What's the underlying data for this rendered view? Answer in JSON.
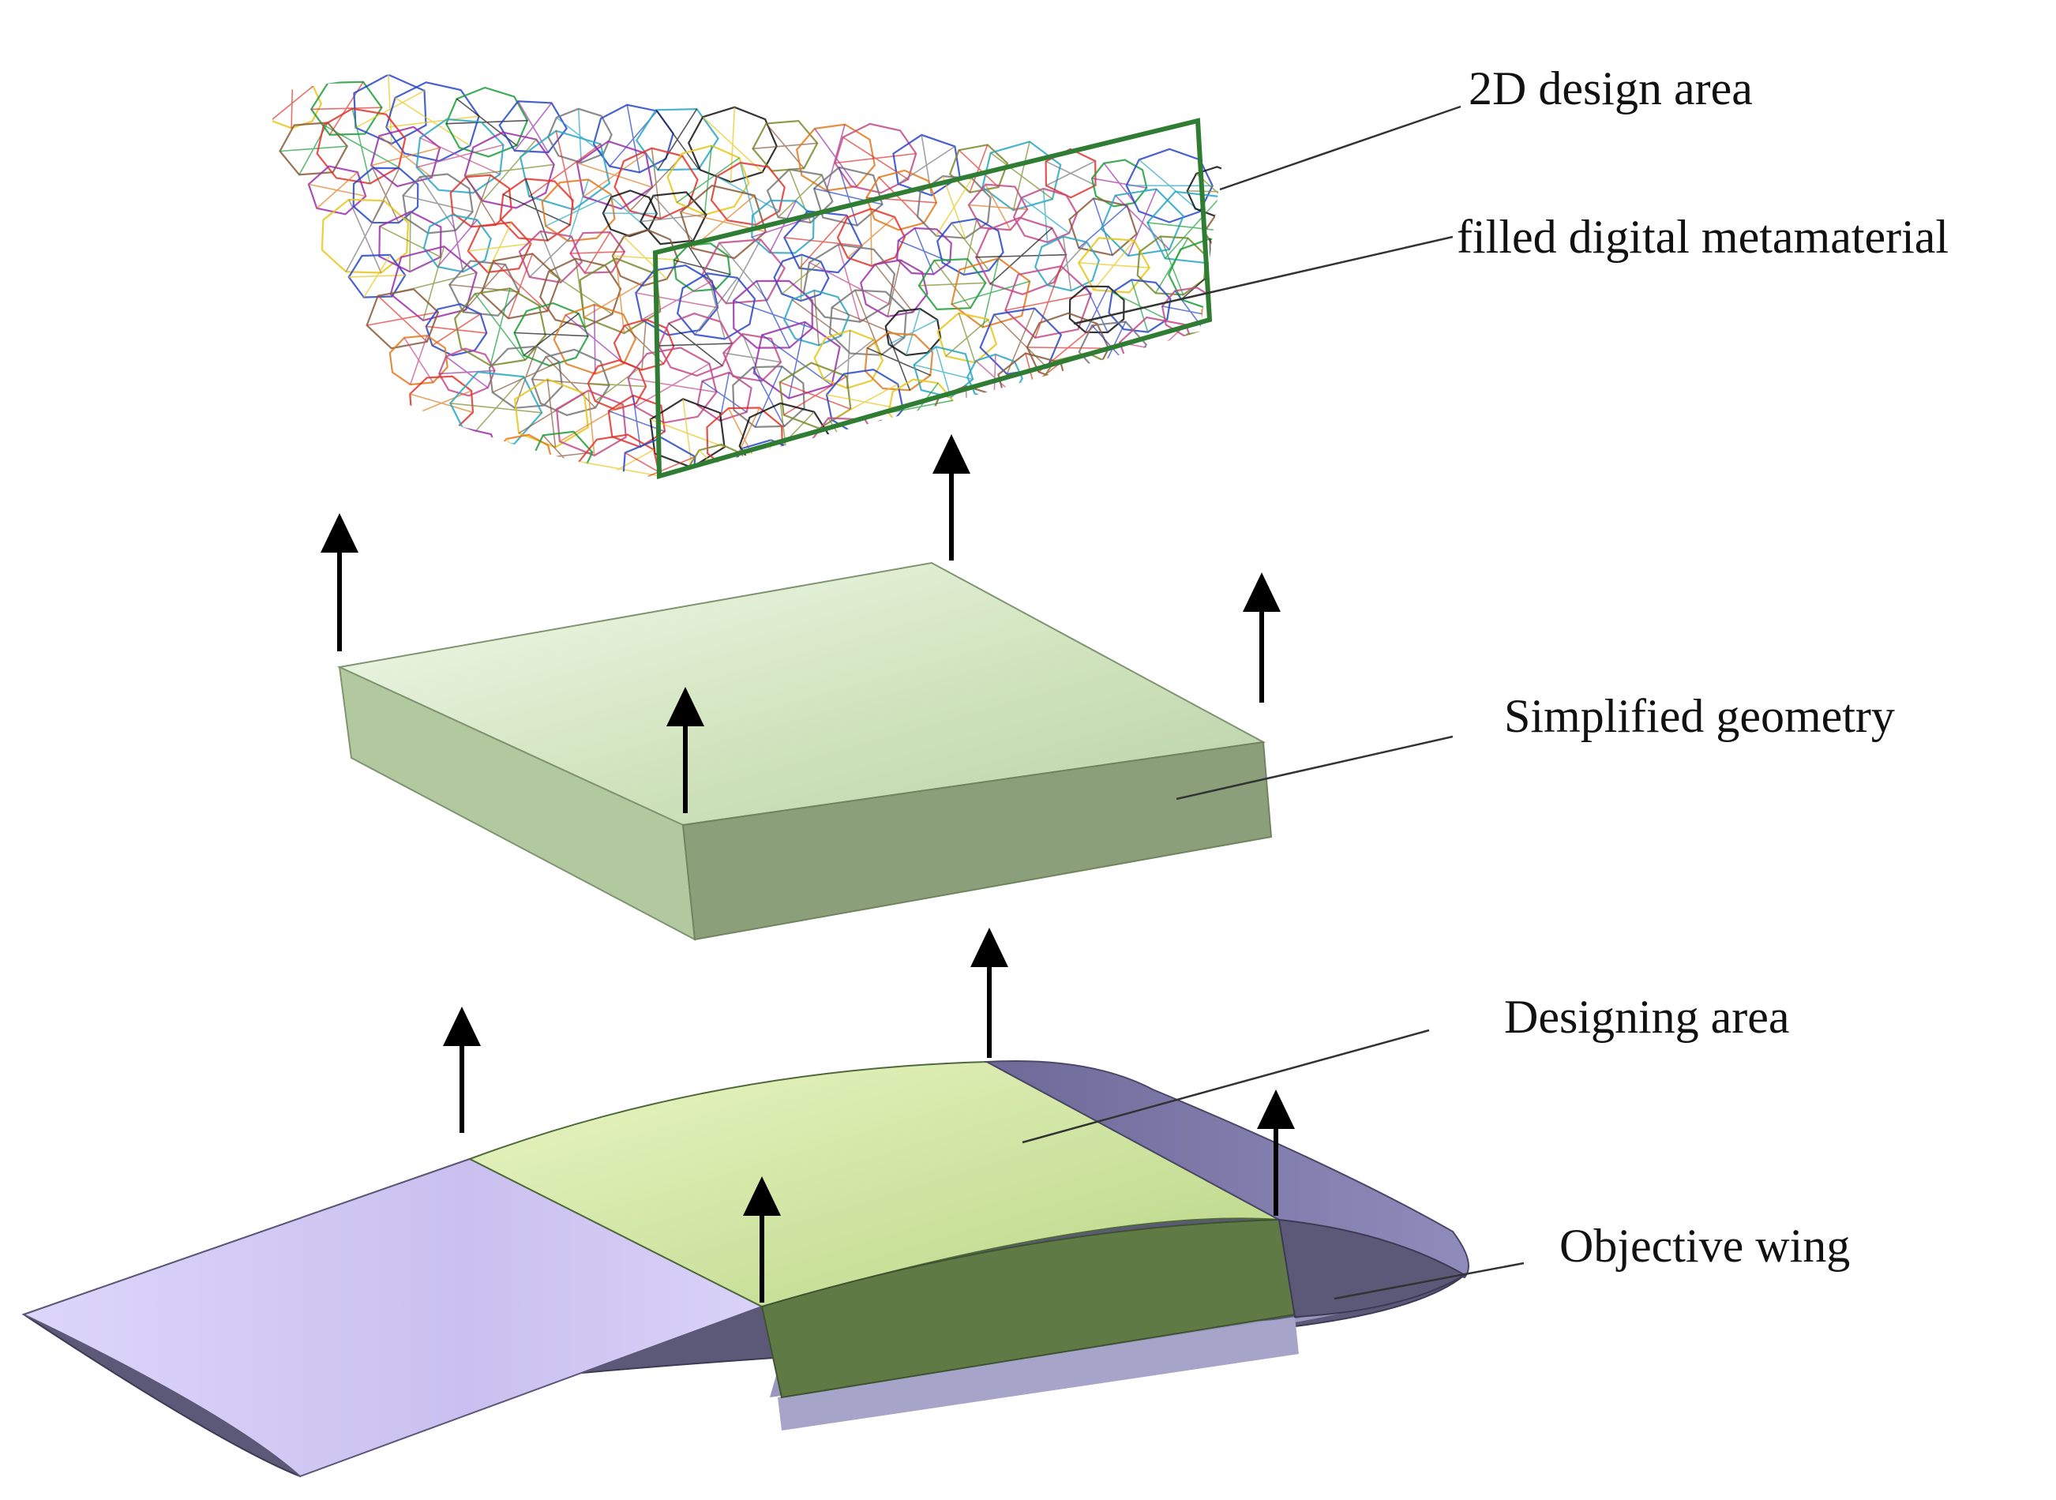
{
  "labels": {
    "design_area_2d": "2D design area",
    "filled_metamaterial": "filled digital metamaterial",
    "simplified_geometry": "Simplified geometry",
    "designing_area": "Designing area",
    "objective_wing": "Objective wing"
  },
  "colors": {
    "green_frame": "#2e7d32",
    "block_top": "#d8e8c8",
    "block_front": "#8ba07a",
    "block_side": "#b2c9a0",
    "wing_lilac": "#cfc6f2",
    "wing_dark": "#5c5878",
    "wing_green_top": "#cfe59a",
    "wing_green_front": "#5f7a45",
    "wing_trailing": "#7d78a8",
    "arrow": "#000000"
  },
  "lattice_palette": [
    "#e0322b",
    "#2846c8",
    "#e8c619",
    "#1d9e3a",
    "#9b30a8",
    "#111111",
    "#e07a1f",
    "#2aa6c4",
    "#c24a8a",
    "#7a8a2a",
    "#777777",
    "#8a5a3a"
  ]
}
